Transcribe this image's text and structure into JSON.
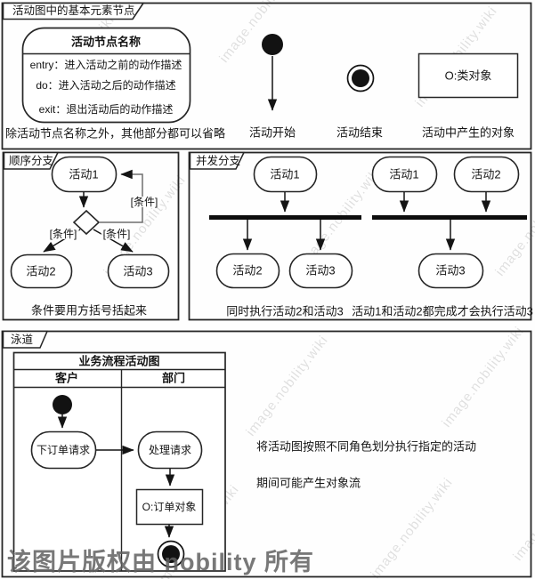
{
  "watermark": {
    "diagonal_text": "image.nobility.wiki",
    "copyright_text": "该图片版权由 nobility 所有"
  },
  "elements_section": {
    "tab": "活动图中的基本元素节点",
    "activity_node": {
      "title": "活动节点名称",
      "entry": "entry：进入活动之前的动作描述",
      "do": "do：进入活动之后的动作描述",
      "exit": "exit：退出活动后的动作描述"
    },
    "note": "除活动节点名称之外，其他部分都可以省略",
    "start_label": "活动开始",
    "end_label": "活动结束",
    "object_box": "O:类对象",
    "object_label": "活动中产生的对象"
  },
  "sequence_section": {
    "tab": "顺序分支",
    "a1": "活动1",
    "a2": "活动2",
    "a3": "活动3",
    "cond_loop": "[条件]",
    "cond_left": "[条件]",
    "cond_right": "[条件]",
    "note": "条件要用方括号括起来"
  },
  "concurrent_section": {
    "tab": "并发分支",
    "fork": {
      "a1": "活动1",
      "a2": "活动2",
      "a3": "活动3",
      "note": "同时执行活动2和活动3"
    },
    "join": {
      "a1": "活动1",
      "a2": "活动2",
      "a3": "活动3",
      "note": "活动1和活动2都完成才会执行活动3"
    }
  },
  "swimlane_section": {
    "tab": "泳道",
    "table_title": "业务流程活动图",
    "col1": "客户",
    "col2": "部门",
    "order_request": "下订单请求",
    "process_request": "处理请求",
    "order_object": "O:订单对象",
    "note1": "将活动图按照不同角色划分执行指定的活动",
    "note2": "期间可能产生对象流"
  },
  "colors": {
    "line": "#1f1f1f",
    "watermark": "rgba(0,0,0,0.12)",
    "copyright": "#606060"
  }
}
